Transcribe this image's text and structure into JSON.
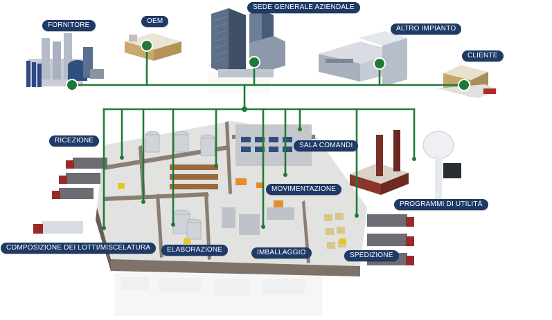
{
  "labels": {
    "fornitore": "FORNITORE",
    "oem": "OEM",
    "sede": "SEDE GENERALE AZIENDALE",
    "altro_impianto": "ALTRO IMPIANTO",
    "cliente": "CLIENTE",
    "ricezione": "RICEZIONE",
    "sala_comandi": "SALA COMANDI",
    "movimentazione": "MOVIMENTAZIONE",
    "programmi_utilita": "PROGRAMMI DI UTILITÀ",
    "composizione": "COMPOSIZIONE DEI LOTTI/MISCELATURA",
    "elaborazione": "ELABORAZIONE",
    "imballaggio": "IMBALLAGGIO",
    "spedizione": "SPEDIZIONE"
  },
  "colors": {
    "network_line": "#1f7a3a",
    "node_fill": "#1f7a3a",
    "label_bg": "#1e3a66",
    "label_text": "#ffffff"
  }
}
